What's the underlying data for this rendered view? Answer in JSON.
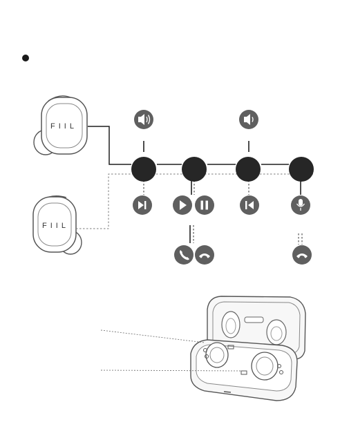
{
  "earbuds": {
    "left": {
      "brand": "FIIL"
    },
    "right": {
      "brand": "FIIL"
    }
  },
  "colors": {
    "tap_node": "#262626",
    "action_icon": "#5f5f5f",
    "line": "#1f1f1f",
    "dashed_line": "#7a7a7a",
    "outline": "#555555",
    "case_fill": "#f7f7f7"
  },
  "tap_nodes": [
    {
      "name": "tap-node-1"
    },
    {
      "name": "tap-node-2"
    },
    {
      "name": "tap-node-3"
    },
    {
      "name": "tap-node-4"
    }
  ],
  "actions": {
    "top": [
      "volume-up-icon",
      "volume-down-icon"
    ],
    "middle": [
      "next-track-icon",
      "play-icon",
      "pause-icon",
      "previous-track-icon",
      "voice-assistant-icon"
    ],
    "bottom": [
      "answer-call-icon",
      "end-call-icon",
      "end-call-icon"
    ]
  }
}
